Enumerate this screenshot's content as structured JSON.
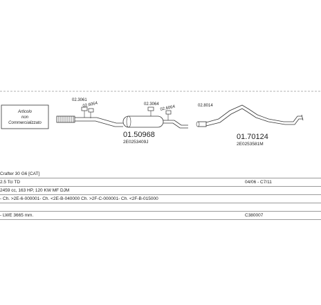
{
  "labels": {
    "box_line1": "Articolo",
    "box_line2": "non",
    "box_line3": "Commercializzato"
  },
  "parts": {
    "p_0261": "02.3061",
    "p_0264a": "02.6064",
    "p_main1": "01.50968",
    "p_main1_sub": "2E0253409J",
    "p_0264b": "02.3064",
    "p_0264c": "02.6064",
    "p_0814": "02.8014",
    "p_main2": "01.70124",
    "p_main2_sub": "2E0253581M"
  },
  "info": {
    "model": "Crafter 30 G6 [CAT]",
    "engine": "2.5 Tci TD",
    "dates": "04/06 - C7/11",
    "specs": "2459 cc, 163 HP, 120 KW MF DJM",
    "chassis": "- Ch. >2E-6-000001- Ch. <2E-B-040000 Ch. >2F-C-000001- Ch. <2F-B-015000",
    "wheelbase": "- LWE 3665 mm.",
    "ref": "C380007"
  }
}
